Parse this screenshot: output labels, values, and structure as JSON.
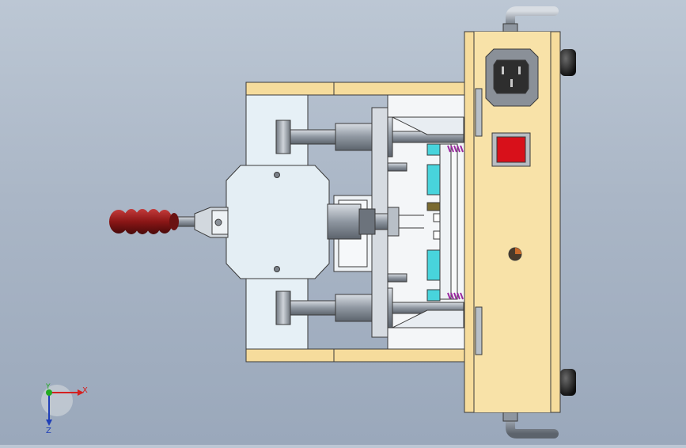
{
  "triad": {
    "x_label": "X",
    "y_label": "Y",
    "z_label": "Z",
    "colors": {
      "x": "#d42020",
      "y": "#22aa22",
      "z": "#1f3fb8"
    }
  },
  "colors": {
    "plate_yellow": "#f6dc9c",
    "plate_light": "#e6f0f6",
    "steel": "#a9b1bc",
    "switch_red": "#d8101a",
    "cavity_cyan": "#48d4dc",
    "spring_purple": "#9a2aa0",
    "handle_red": "#8a1a1a",
    "outline": "#3a3a3a"
  },
  "parts": [
    "left-clamp-plate",
    "guide-rails",
    "center-mold-plate",
    "right-control-box",
    "power-inlet",
    "rocker-switch",
    "handle-knob",
    "guide-pins",
    "rubber-feet",
    "side-handles"
  ]
}
